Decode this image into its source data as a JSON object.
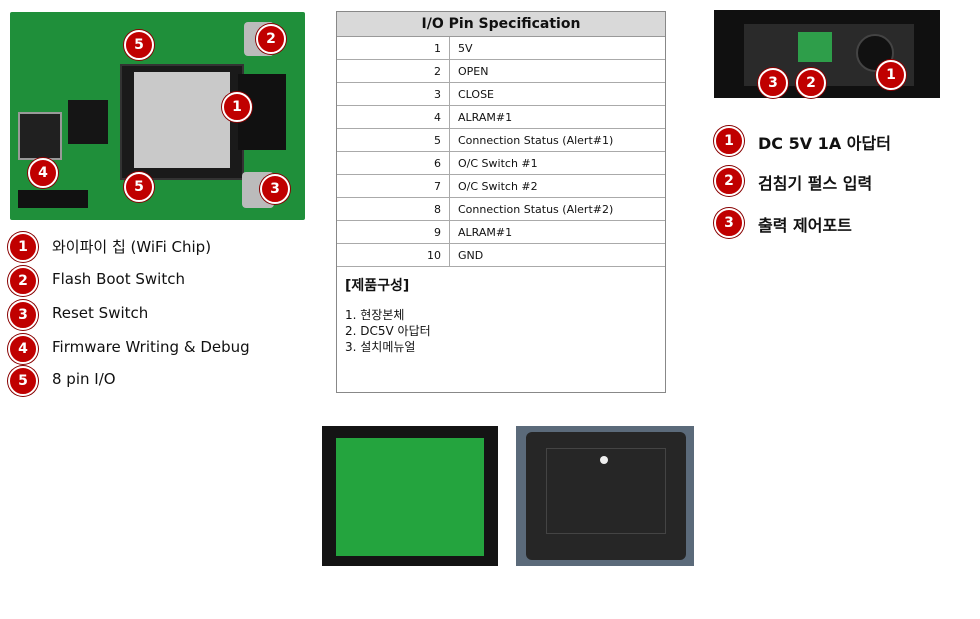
{
  "badges": {
    "b1": "1",
    "b2": "2",
    "b3": "3",
    "b4": "4",
    "b5": "5"
  },
  "left_legend": [
    {
      "num": "1",
      "label": "와이파이 칩 (WiFi Chip)"
    },
    {
      "num": "2",
      "label": "Flash Boot Switch"
    },
    {
      "num": "3",
      "label": "Reset Switch"
    },
    {
      "num": "4",
      "label": "Firmware Writing & Debug"
    },
    {
      "num": "5",
      "label": "8 pin I/O"
    }
  ],
  "spec": {
    "title": "I/O Pin Specification",
    "rows": [
      {
        "num": "1",
        "val": "5V"
      },
      {
        "num": "2",
        "val": "OPEN"
      },
      {
        "num": "3",
        "val": "CLOSE"
      },
      {
        "num": "4",
        "val": "ALRAM#1"
      },
      {
        "num": "5",
        "val": "Connection Status (Alert#1)"
      },
      {
        "num": "6",
        "val": "O/C Switch #1"
      },
      {
        "num": "7",
        "val": "O/C Switch #2"
      },
      {
        "num": "8",
        "val": "Connection Status (Alert#2)"
      },
      {
        "num": "9",
        "val": "ALRAM#1"
      },
      {
        "num": "10",
        "val": "GND"
      }
    ],
    "composition_title": "[제품구성]",
    "composition": [
      "1. 현장본체",
      "2. DC5V 아답터",
      "3. 설치메뉴얼"
    ]
  },
  "right_legend": [
    {
      "num": "1",
      "label": "DC 5V 1A 아답터"
    },
    {
      "num": "2",
      "label": "검침기 펄스 입력"
    },
    {
      "num": "3",
      "label": "출력 제어포트"
    }
  ],
  "colors": {
    "badge": "#c00000",
    "pcb": "#1f8f3a",
    "header_gray": "#d9d9d9"
  }
}
